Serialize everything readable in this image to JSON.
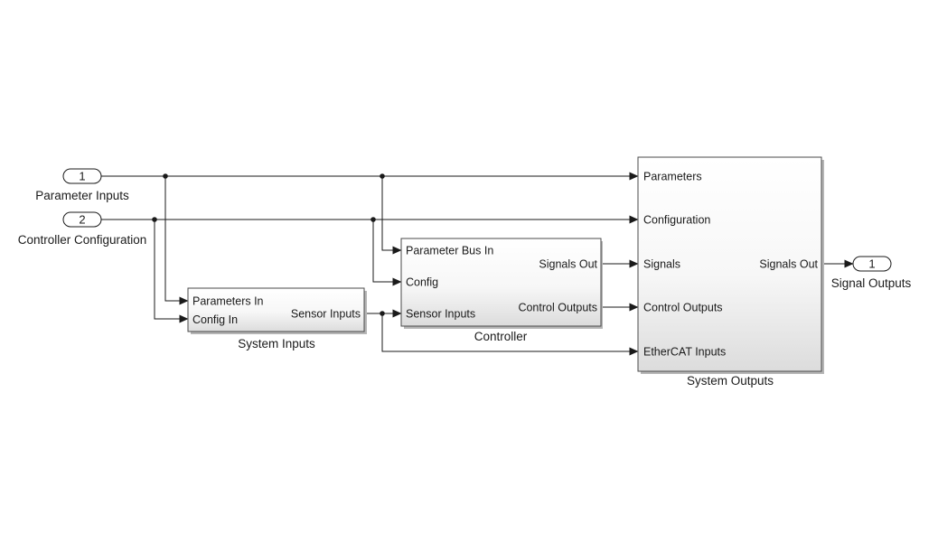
{
  "inports": [
    {
      "number": "1",
      "label": "Parameter Inputs"
    },
    {
      "number": "2",
      "label": "Controller Configuration"
    }
  ],
  "outport": {
    "number": "1",
    "label": "Signal Outputs"
  },
  "blocks": {
    "system_inputs": {
      "name": "System Inputs",
      "inputs": [
        "Parameters In",
        "Config In"
      ],
      "outputs": [
        "Sensor Inputs"
      ]
    },
    "controller": {
      "name": "Controller",
      "inputs": [
        "Parameter Bus In",
        "Config",
        "Sensor Inputs"
      ],
      "outputs": [
        "Signals Out",
        "Control Outputs"
      ]
    },
    "system_outputs": {
      "name": "System Outputs",
      "inputs": [
        "Parameters",
        "Configuration",
        "Signals",
        "Control Outputs",
        "EtherCAT Inputs"
      ],
      "outputs": [
        "Signals Out"
      ]
    }
  },
  "colors": {
    "line": "#1a1a1a",
    "block_border": "#4a4a4a",
    "block_gradient_top": "#ffffff",
    "block_gradient_bottom": "#dcdcdc",
    "shadow": "#b5b5b5"
  }
}
